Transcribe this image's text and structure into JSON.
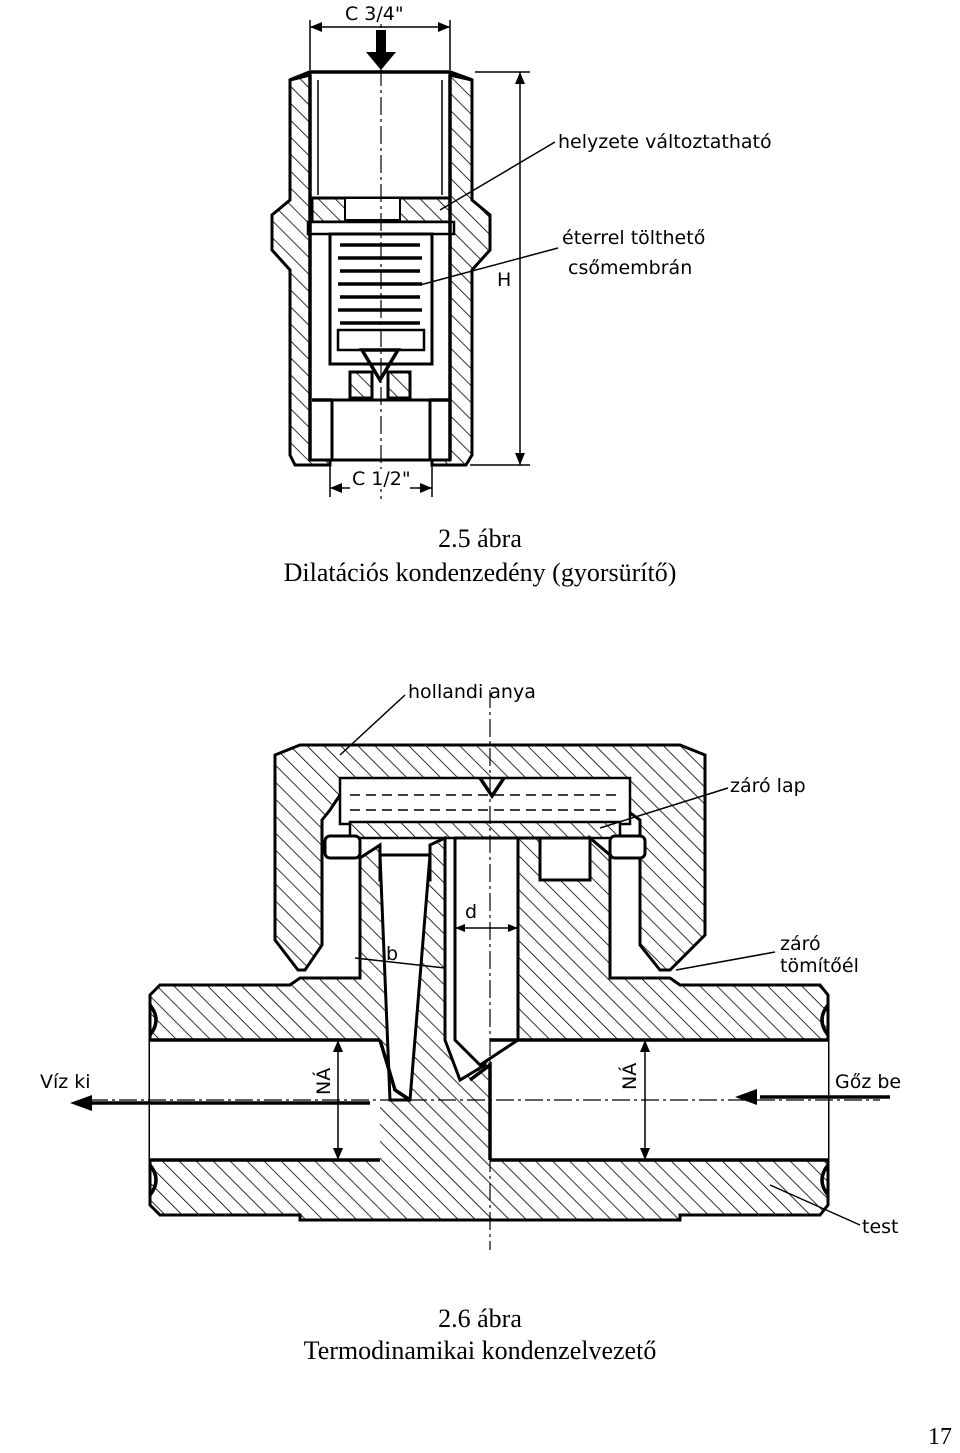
{
  "figure1": {
    "label_top_dim": "C 3/4\"",
    "label_bottom_dim": "C 1/2\"",
    "label_height": "H",
    "label_position": "helyzete változtatható",
    "label_ether_1": "éterrel tölthető",
    "label_ether_2": "csőmembrán",
    "caption_number": "2.5 ábra",
    "caption_title": "Dilatációs kondenzedény (gyorsürítő)"
  },
  "figure2": {
    "label_nut": "hollandi anya",
    "label_disc": "záró lap",
    "label_seal_1": "záró",
    "label_seal_2": "tömítőél",
    "label_d": "d",
    "label_b": "b",
    "label_water_out": "Víz ki",
    "label_steam_in": "Gőz be",
    "label_na_left": "NÁ",
    "label_na_right": "NÁ",
    "label_body": "test",
    "caption_number": "2.6 ábra",
    "caption_title": "Termodinamikai kondenzelvezető"
  },
  "page_number": "17"
}
